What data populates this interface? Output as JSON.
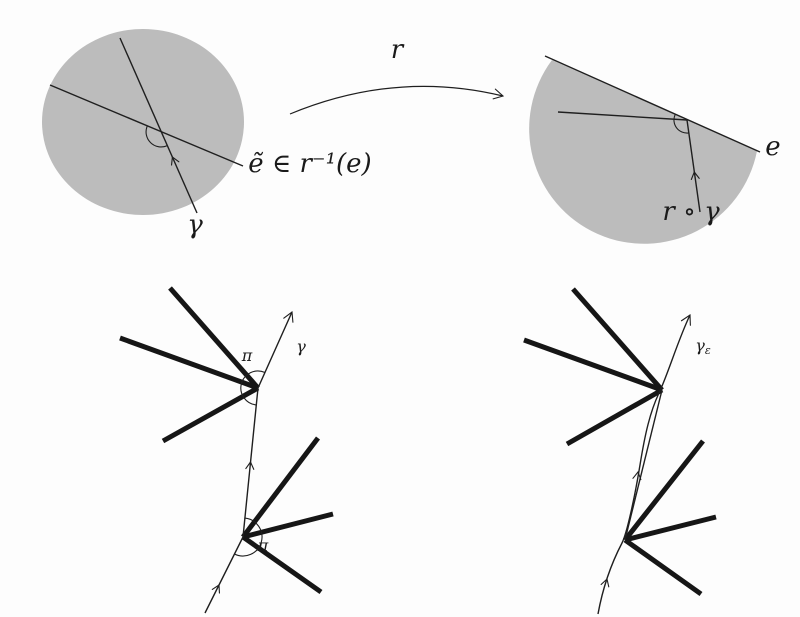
{
  "colors": {
    "background": "#fdfdfd",
    "ink": "#1f1f1f",
    "region": "#bcbcbc"
  },
  "top_left": {
    "curve_label": "γ"
  },
  "top_middle": {
    "map_label": "r",
    "preimage_label": "ẽ ∈ r⁻¹(e)"
  },
  "top_right": {
    "edge_label": "e",
    "image_label": "r ∘ γ"
  },
  "bottom_left": {
    "upper_angle_label": "π",
    "lower_angle_label": "π",
    "path_label": "γ"
  },
  "bottom_right": {
    "path_label_main": "γ",
    "path_label_sub": "ε"
  }
}
